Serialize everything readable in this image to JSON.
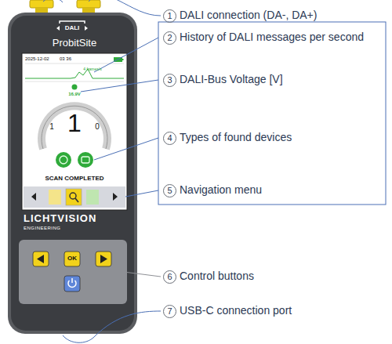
{
  "diagram": {
    "labels": [
      "1",
      "DALI connection (DA-, DA+)",
      "2",
      "History of DALI messages per second",
      "3",
      "DALI-Bus Voltage [V]",
      "4",
      "Types of found devices",
      "5",
      "Navigation menu",
      "6",
      "Control buttons",
      "7",
      "USB-C connection port",
      "DALI",
      "ProbitSite",
      "2025-12-02",
      "03 36",
      "4 frames/s",
      "16.9V",
      "1",
      "1",
      "0",
      "SCAN COMPLETED",
      "LICHTVISION",
      "ENGINEERING",
      "OK"
    ]
  }
}
